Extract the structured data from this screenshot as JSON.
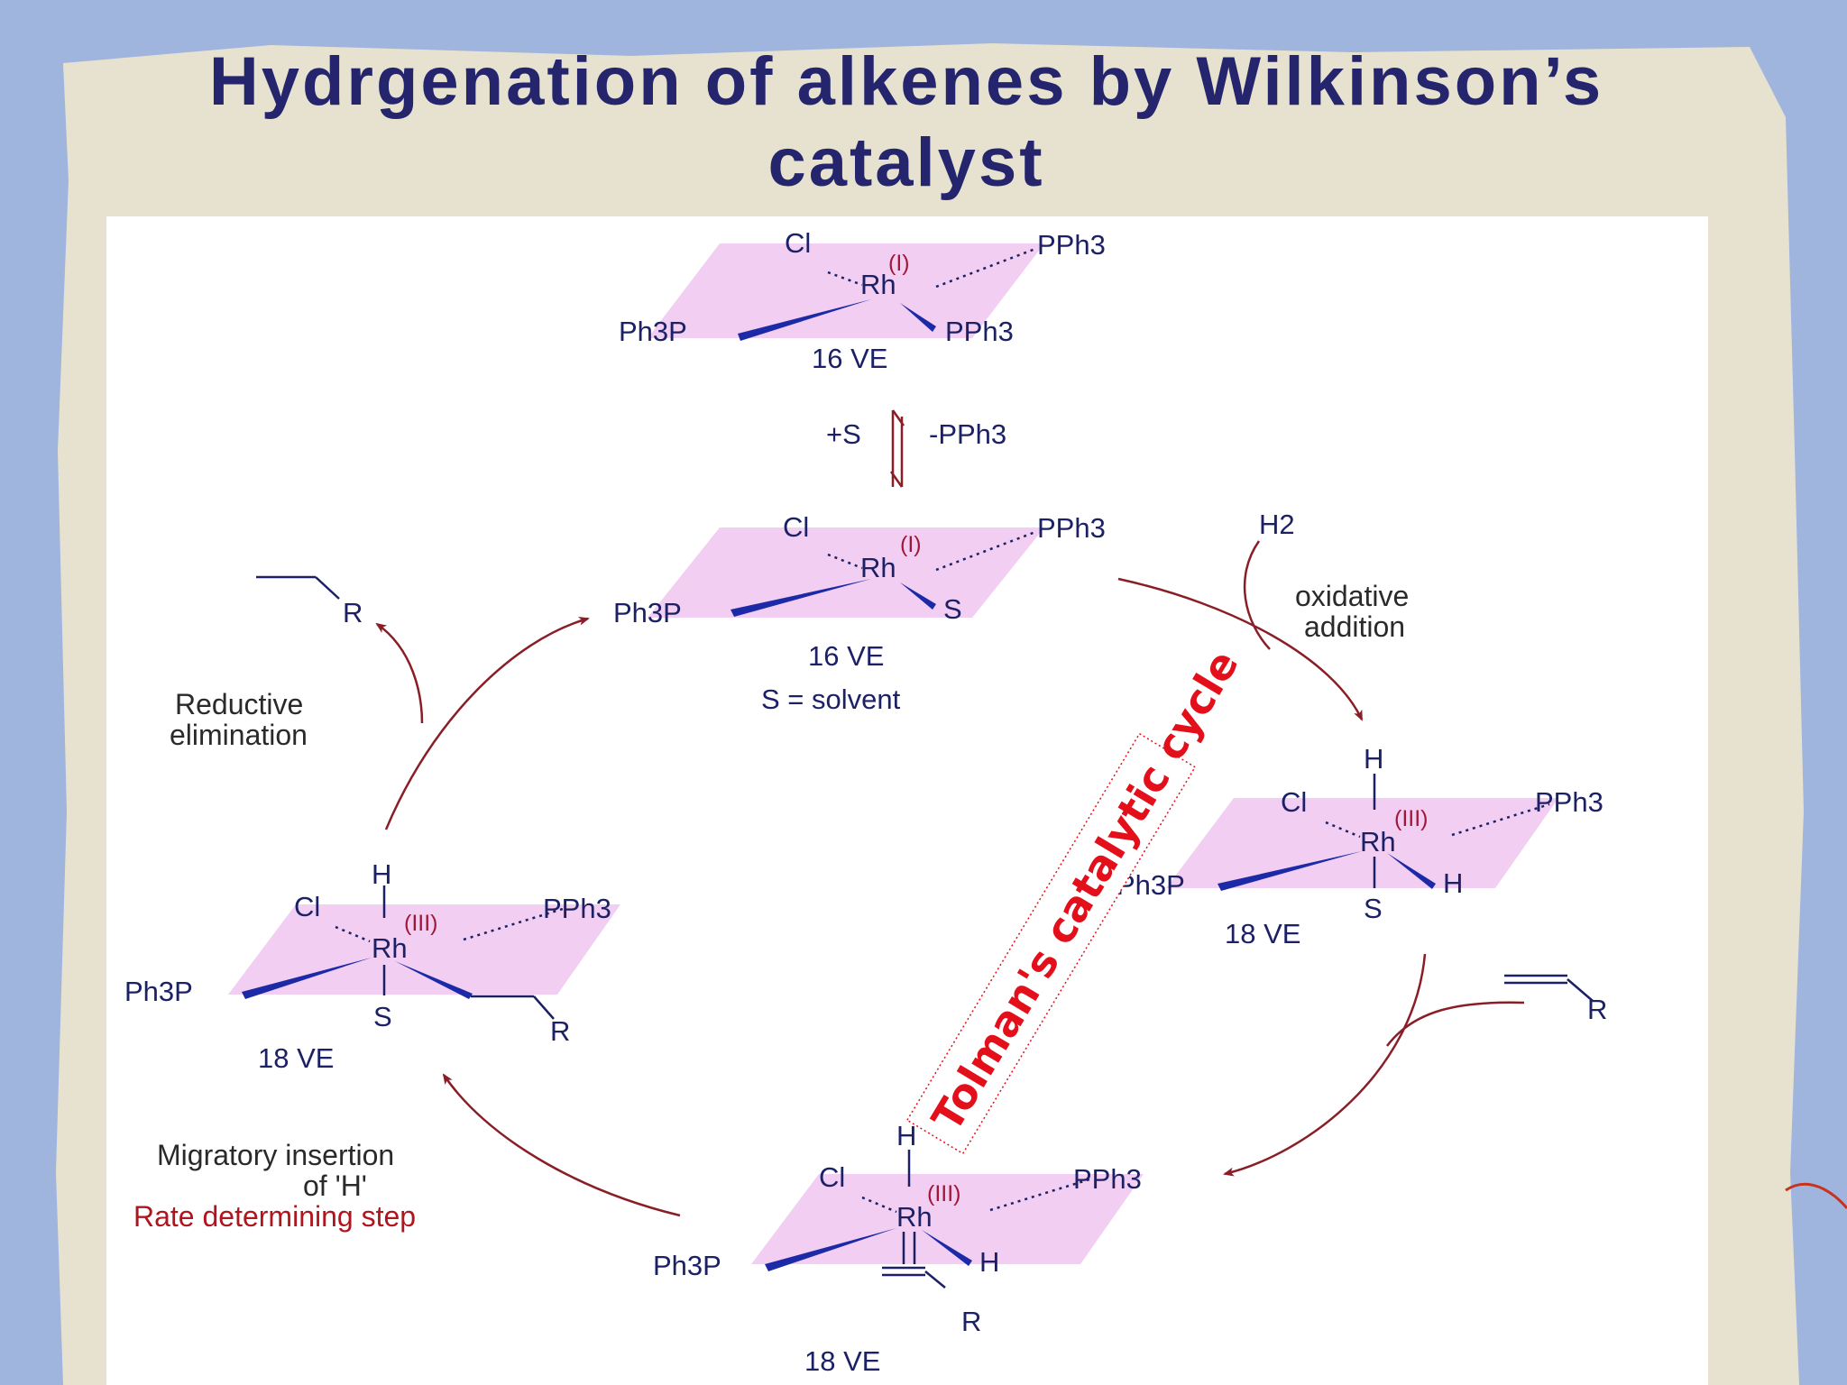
{
  "title": "Hydrgenation of alkenes by Wilkinson’s catalyst",
  "complexes": {
    "c1": {
      "cl": "Cl",
      "ox": "(I)",
      "metal": "Rh",
      "pph3_top": "PPh3",
      "ph3p": "Ph3P",
      "pph3_right": "PPh3",
      "ve": "16 VE"
    },
    "c2": {
      "cl": "Cl",
      "ox": "(I)",
      "metal": "Rh",
      "pph3_top": "PPh3",
      "ph3p": "Ph3P",
      "s": "S",
      "ve": "16 VE",
      "solvent_note": "S = solvent"
    },
    "c3": {
      "h_top": "H",
      "cl": "Cl",
      "ox": "(III)",
      "metal": "Rh",
      "pph3_top": "PPh3",
      "ph3p": "Ph3P",
      "h_right": "H",
      "s": "S",
      "ve": "18 VE"
    },
    "c4": {
      "h_top": "H",
      "cl": "Cl",
      "ox": "(III)",
      "metal": "Rh",
      "pph3_top": "PPh3",
      "ph3p": "Ph3P",
      "h_right": "H",
      "r": "R",
      "ve": "18 VE"
    },
    "c5": {
      "h_top": "H",
      "cl": "Cl",
      "ox": "(III)",
      "metal": "Rh",
      "pph3_top": "PPh3",
      "ph3p": "Ph3P",
      "s": "S",
      "r": "R",
      "ve": "18 VE"
    }
  },
  "equilibrium": {
    "left": "+S",
    "right": "-PPh3"
  },
  "steps": {
    "h2": "H2",
    "oxidative_1": "oxidative",
    "oxidative_2": "addition",
    "alkene_r": "R",
    "migratory_1": "Migratory insertion",
    "migratory_2": "of 'H'",
    "rds": "Rate determining step",
    "reductive_1": "Reductive",
    "reductive_2": "elimination",
    "product_r": "R"
  },
  "watermark": "Tolman's catalytic cycle"
}
